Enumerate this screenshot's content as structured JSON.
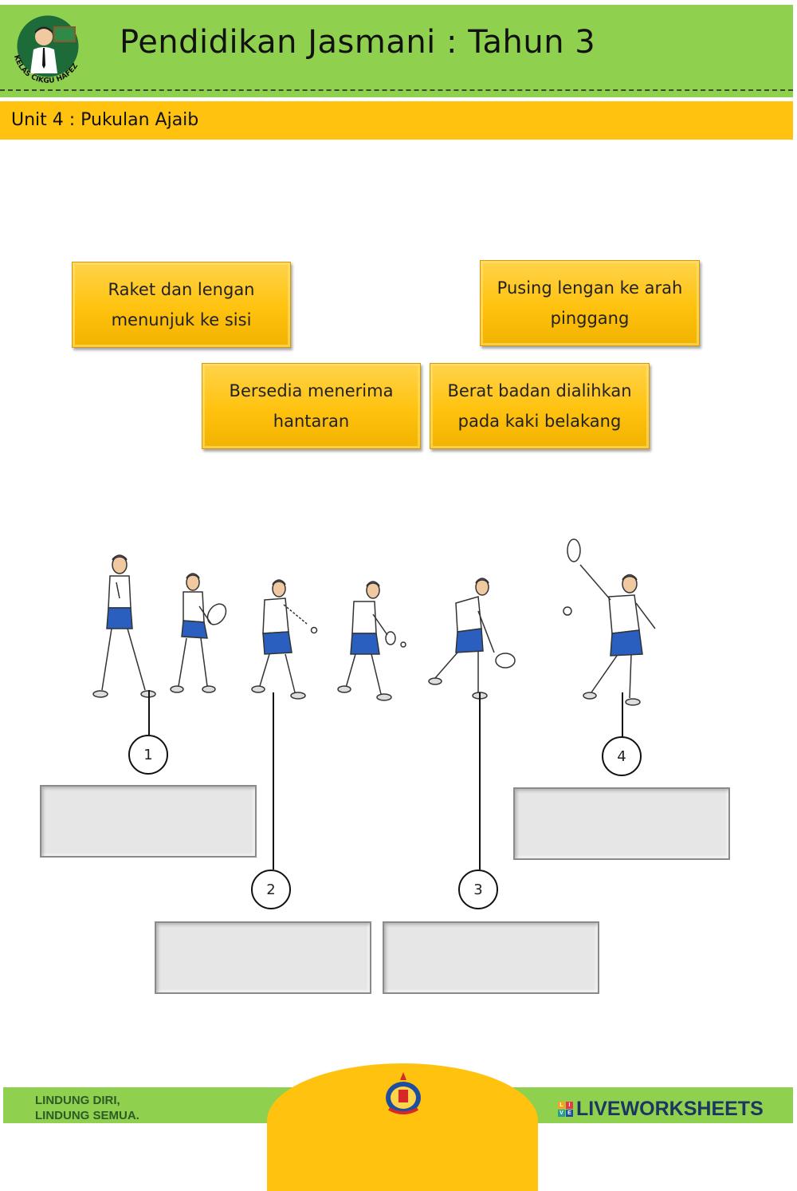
{
  "header": {
    "title": "Pendidikan Jasmani : Tahun 3",
    "logo_text": "KELAS CIKGU HAFEZ",
    "unit": "Unit 4 : Pukulan Ajaib"
  },
  "cards": [
    {
      "text": "Raket dan lengan menunjuk ke sisi"
    },
    {
      "text": "Pusing lengan ke arah pinggang"
    },
    {
      "text": "Bersedia menerima hantaran"
    },
    {
      "text": "Berat badan dialihkan pada kaki belakang"
    }
  ],
  "steps": [
    {
      "number": "1",
      "answer": ""
    },
    {
      "number": "2",
      "answer": ""
    },
    {
      "number": "3",
      "answer": ""
    },
    {
      "number": "4",
      "answer": ""
    }
  ],
  "footer": {
    "slogan_line1": "LINDUNG DIRI,",
    "slogan_line2": "LINDUNG SEMUA.",
    "brand": "LIVEWORKSHEETS",
    "brand_logo_letters": [
      "L",
      "I",
      "V",
      "E"
    ]
  },
  "colors": {
    "header_green": "#8fd14f",
    "band_yellow": "#ffc20e",
    "card_yellow": "#ffc20e",
    "answer_grey": "#e6e6e6"
  }
}
